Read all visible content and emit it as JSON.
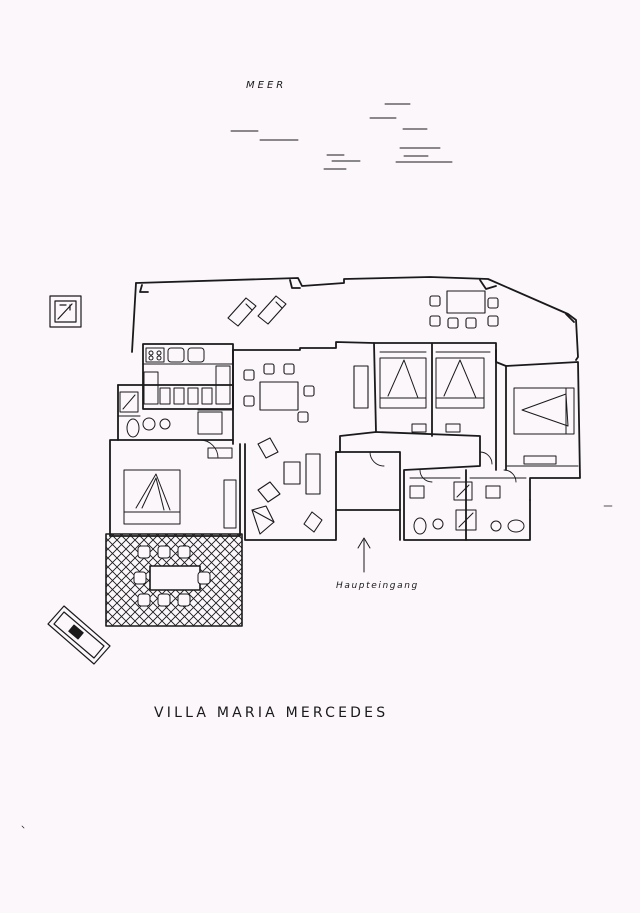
{
  "labels": {
    "sea": "MEER",
    "main_entrance": "Haupteingang",
    "title": "VILLA MARIA MERCEDES"
  },
  "colors": {
    "paper": "#fbf7fb",
    "ink": "#1a1a1a"
  }
}
